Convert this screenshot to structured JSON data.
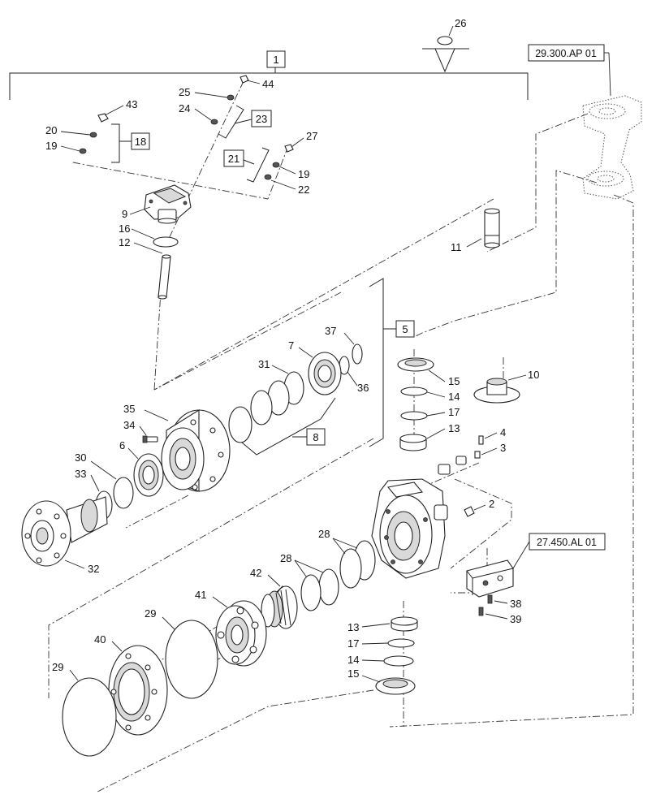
{
  "references": {
    "top_right": "29.300.AP 01",
    "mid_right": "27.450.AL 01"
  },
  "callouts": {
    "c1": "1",
    "c2": "2",
    "c3": "3",
    "c4": "4",
    "c5": "5",
    "c6": "6",
    "c7": "7",
    "c8": "8",
    "c9": "9",
    "c10": "10",
    "c11": "11",
    "c12": "12",
    "c13a": "13",
    "c13b": "13",
    "c14a": "14",
    "c14b": "14",
    "c15a": "15",
    "c15b": "15",
    "c16": "16",
    "c17a": "17",
    "c17b": "17",
    "c18": "18",
    "c19a": "19",
    "c19b": "19",
    "c20": "20",
    "c21": "21",
    "c22": "22",
    "c23": "23",
    "c24": "24",
    "c25": "25",
    "c26": "26",
    "c27": "27",
    "c28a": "28",
    "c28b": "28",
    "c29a": "29",
    "c29b": "29",
    "c30": "30",
    "c31": "31",
    "c32": "32",
    "c33": "33",
    "c34": "34",
    "c35": "35",
    "c36": "36",
    "c37": "37",
    "c38": "38",
    "c39": "39",
    "c40": "40",
    "c41": "41",
    "c42": "42",
    "c43": "43",
    "c44": "44"
  }
}
